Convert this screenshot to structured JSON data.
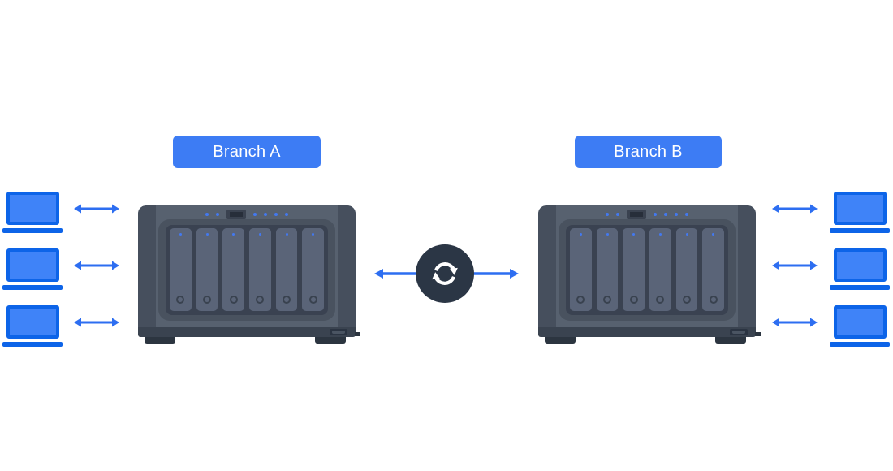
{
  "diagram": {
    "left_branch": {
      "label": "Branch A",
      "client_count": 3,
      "client_type": "laptop",
      "nas_bays": 6
    },
    "right_branch": {
      "label": "Branch B",
      "client_count": 3,
      "client_type": "laptop",
      "nas_bays": 6
    },
    "center": {
      "icon": "sync-icon",
      "connection": "bidirectional-arrow"
    },
    "icons": [
      "laptop-icon",
      "double-arrow-icon",
      "nas-device-icon",
      "sync-icon"
    ],
    "colors": {
      "background": "#FFFFFF",
      "label_button_blue": "#3D7CF4",
      "arrow_blue": "#2D6EF1",
      "laptop_frame_blue": "#0D64E8",
      "laptop_screen_blue": "#3F83F8",
      "led_blue": "#4379F0",
      "nas_body": "#57616F",
      "nas_side": "#464F5D",
      "nas_recess": "#49525F",
      "nas_bay": "#5A6478",
      "nas_bay_background": "#3A4251",
      "nas_base": "#3A4350",
      "nas_feet": "#2C3540",
      "sync_circle": "#2B3645",
      "sync_glyph": "#FFFFFF",
      "label_text": "#FFFFFF"
    }
  }
}
